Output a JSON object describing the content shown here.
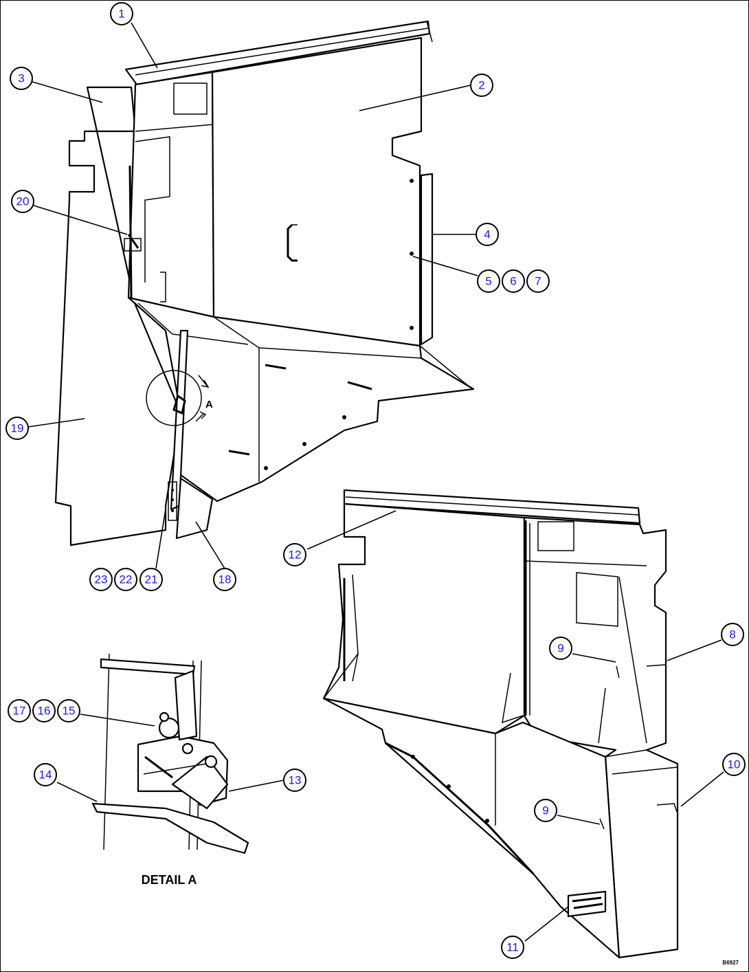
{
  "callouts": {
    "c1": "1",
    "c2": "2",
    "c3": "3",
    "c4": "4",
    "c5": "5",
    "c6": "6",
    "c7": "7",
    "c8": "8",
    "c9a": "9",
    "c9b": "9",
    "c10": "10",
    "c11": "11",
    "c12": "12",
    "c13": "13",
    "c14": "14",
    "c15": "15",
    "c16": "16",
    "c17": "17",
    "c18": "18",
    "c19": "19",
    "c20": "20",
    "c21": "21",
    "c22": "22",
    "c23": "23"
  },
  "detail_marker": "A",
  "detail_caption": "DETAIL A",
  "drawing_code": "B6927"
}
